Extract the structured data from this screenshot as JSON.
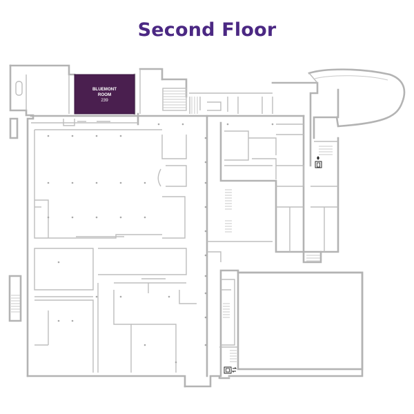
{
  "page": {
    "title": "Second Floor"
  },
  "colors": {
    "title": "#4b2883",
    "highlight_room": "#4a1f4f",
    "walls": "#b3b3b3"
  },
  "rooms": [
    {
      "id": "bluemont",
      "name_line1": "BLUEMONT",
      "name_line2": "ROOM",
      "number": "239",
      "highlighted": true
    }
  ],
  "icons": [
    {
      "name": "elevator-icon",
      "count": 2
    }
  ]
}
